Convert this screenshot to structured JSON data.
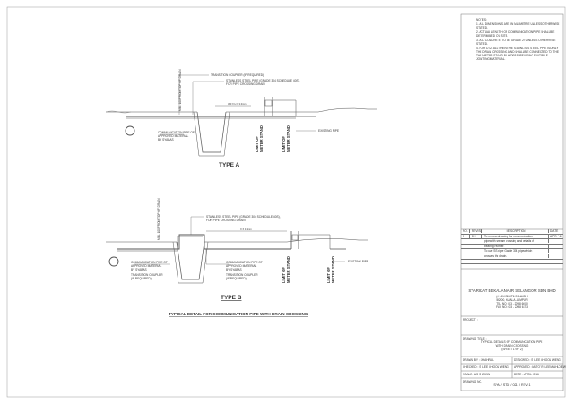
{
  "drawing": {
    "type_a": {
      "coupler": "TRANSITION COUPLER (IF REQUIRED)",
      "pipe_spec_line1": "STAINLESS STEEL PIPE (GRADE 304 SCHEDULE 40S),",
      "pipe_spec_line2": "FOR PIPE CROSSING DRAIN",
      "depth_label": "MIN. 100 FROM TOP OF DRAIN",
      "dim": "300 X H X 3.0mm",
      "comm_line1": "COMMUNICATION PIPE OF",
      "comm_line2": "APPROVED MATERIAL",
      "comm_line3": "BY SYABAS",
      "limit": "LIMIT OF",
      "meter_stand": "METER STAND",
      "existing": "EXISTING PIPE",
      "title": "TYPE A"
    },
    "type_b": {
      "pipe_spec_line1": "STAINLESS STEEL PIPE (GRADE 304 SCHEDULE 40S),",
      "pipe_spec_line2": "FOR PIPE CROSSING DRAIN",
      "depth_label": "MIN. 100 FROM TOP OF DRAIN",
      "dim": "X X 3.0mm",
      "comm_line1": "COMMUNICATION PIPE OF",
      "comm_line2": "APPROVED MATERIAL",
      "comm_line3": "BY SYABAS",
      "coupler_line1": "TRANSITION COUPLER",
      "coupler_line2": "(IF REQUIRED)",
      "limit": "LIMIT OF",
      "meter_stand": "METER STAND",
      "existing": "EXISTING PIPE",
      "title": "TYPE B",
      "caption": "TYPICAL DETAIL FOR COMMUNICATION PIPE WITH DRAIN CROSSING"
    }
  },
  "title_block": {
    "notes_heading": "NOTES:",
    "notes": [
      "1. ALL DIMENSIONS ARE IN MILIMETRE UNLESS OTHERWISE STATED.",
      "2. ACTUAL LENGTH OF COMMUNICATION PIPE SHALL BE DETERMINED ON SITE.",
      "3. ALL CONCRETE TO BE GRADE 20 UNLESS OTHERWISE STATED.",
      "4. FOR D / Z ALL THEN THE STAINLESS STEEL PIPE IS ONLY THE DRAIN CROSSING AND SHALL BE CONNECTED TO THE THE METER STAND BY HDPE PIPE USING SUITABLE JOINTING MATERIAL."
    ],
    "revisions_header": [
      "NO.",
      "REVISED BY",
      "DESCRIPTION",
      "DATE"
    ],
    "revisions": [
      {
        "no": "1",
        "by": "SH",
        "desc": "To remove drawing for communication",
        "date": "APR. '16"
      },
      {
        "no": "",
        "by": "",
        "desc": "pipe with stream crossing and details of",
        "date": ""
      },
      {
        "no": "",
        "by": "",
        "desc": "bearing reamer.",
        "date": ""
      },
      {
        "no": "",
        "by": "",
        "desc": "To use SS pipe Grade 304 pipe which",
        "date": ""
      },
      {
        "no": "",
        "by": "",
        "desc": "crosses the drain.",
        "date": ""
      }
    ],
    "company": "SYARIKAT BEKALAN AIR SELANGOR SDN BHD",
    "company_sub": "(ALAN PANTAI BAHARU",
    "address": [
      "59200, KUALA LUMPUR",
      "TEL NO : 03 - 2098 6000",
      "FAX NO : 03 - 2098 6373"
    ],
    "project_label": "PROJECT :",
    "drawing_title_label": "DRAWING TITLE :",
    "drawing_title": [
      "TYPICAL DETAILS OF COMMUNICATION PIPE",
      "WITH DRAIN CROSSING",
      "(SHEET 1 OF 2)"
    ],
    "drawn_by": "DRAWN BY : SHAHRUL",
    "designed_by": "DESIGNED : S. LEE CHOON WENG",
    "checked_by": "CHECKED : S. LEE CHOON WENG",
    "approved_by": "APPROVED : DATO' IR LEE MAHLOEW",
    "scale": "SCALE : AS SHOWN",
    "date": "DATE : APRIL 2016",
    "drawing_no_label": "DRAWING NO.",
    "drawing_no": "SYA / STD / 021 / REV.1"
  }
}
